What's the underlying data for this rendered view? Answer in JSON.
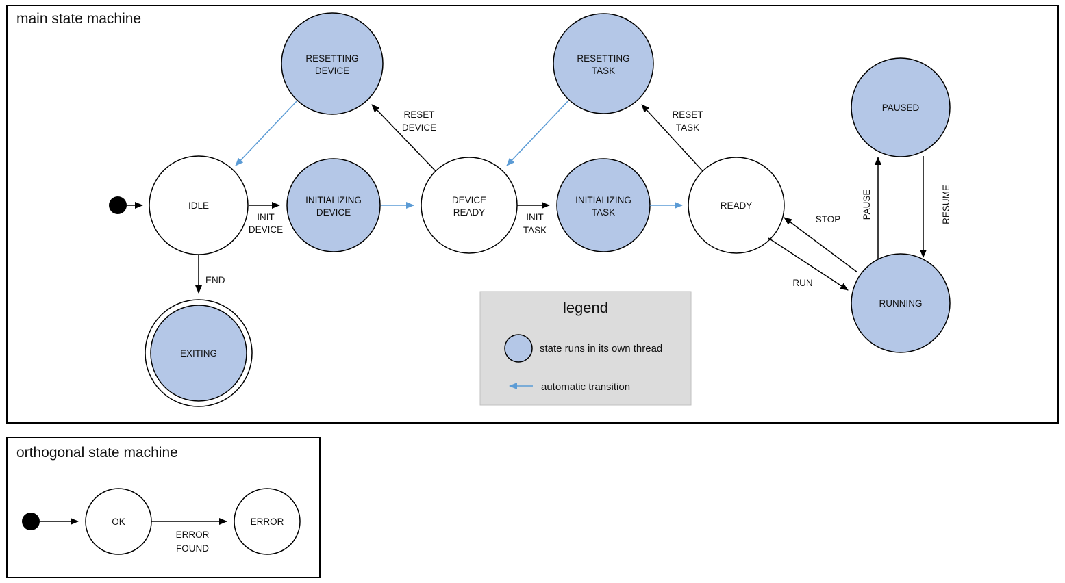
{
  "main_machine": {
    "title": "main state machine",
    "states": {
      "idle": "IDLE",
      "resetting_device": [
        "RESETTING",
        "DEVICE"
      ],
      "initializing_device": [
        "INITIALIZING",
        "DEVICE"
      ],
      "device_ready": [
        "DEVICE",
        "READY"
      ],
      "resetting_task": [
        "RESETTING",
        "TASK"
      ],
      "initializing_task": [
        "INITIALIZING",
        "TASK"
      ],
      "ready": "READY",
      "paused": "PAUSED",
      "running": "RUNNING",
      "exiting": "EXITING"
    },
    "transitions": {
      "init_device": [
        "INIT",
        "DEVICE"
      ],
      "reset_device": [
        "RESET",
        "DEVICE"
      ],
      "init_task": [
        "INIT",
        "TASK"
      ],
      "reset_task": [
        "RESET",
        "TASK"
      ],
      "end": "END",
      "run": "RUN",
      "stop": "STOP",
      "pause": "PAUSE",
      "resume": "RESUME"
    }
  },
  "legend": {
    "title": "legend",
    "thread_state_label": "state runs in its own thread",
    "auto_transition_label": "automatic transition"
  },
  "orthogonal_machine": {
    "title": "orthogonal state machine",
    "states": {
      "ok": "OK",
      "error": "ERROR"
    },
    "transitions": {
      "error_found": [
        "ERROR",
        "FOUND"
      ]
    }
  },
  "colors": {
    "threaded_state_fill": "#b4c7e7",
    "automatic_transition": "#5b9bd5",
    "legend_background": "#dcdcdc"
  }
}
